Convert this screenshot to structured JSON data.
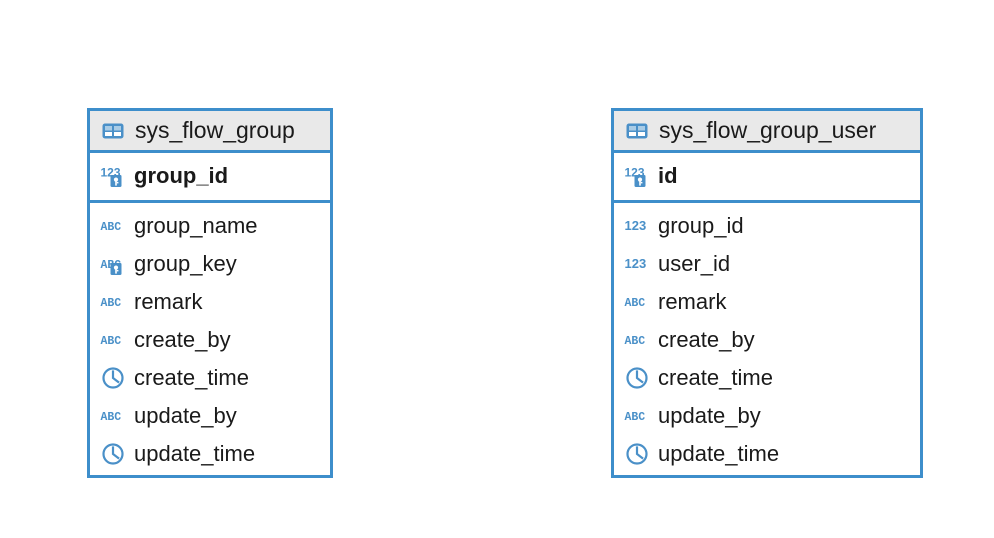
{
  "diagram": {
    "type": "er-diagram",
    "background_color": "#ffffff",
    "accent_color": "#3d8ecb",
    "header_background": "#e9e9e9",
    "text_color": "#1a1a1a",
    "icon_color": "#4a90c8"
  },
  "entities": [
    {
      "name": "sys_flow_group",
      "icon": "table-icon",
      "primary_keys": [
        {
          "name": "group_id",
          "icon": "number-key-icon",
          "datatype_hint": "123",
          "key": true
        }
      ],
      "columns": [
        {
          "name": "group_name",
          "icon": "text-icon",
          "datatype_hint": "ABC",
          "key": false
        },
        {
          "name": "group_key",
          "icon": "text-key-icon",
          "datatype_hint": "ABC",
          "key": true
        },
        {
          "name": "remark",
          "icon": "text-icon",
          "datatype_hint": "ABC",
          "key": false
        },
        {
          "name": "create_by",
          "icon": "text-icon",
          "datatype_hint": "ABC",
          "key": false
        },
        {
          "name": "create_time",
          "icon": "clock-icon",
          "datatype_hint": "time",
          "key": false
        },
        {
          "name": "update_by",
          "icon": "text-icon",
          "datatype_hint": "ABC",
          "key": false
        },
        {
          "name": "update_time",
          "icon": "clock-icon",
          "datatype_hint": "time",
          "key": false
        }
      ]
    },
    {
      "name": "sys_flow_group_user",
      "icon": "table-icon",
      "primary_keys": [
        {
          "name": "id",
          "icon": "number-key-icon",
          "datatype_hint": "123",
          "key": true
        }
      ],
      "columns": [
        {
          "name": "group_id",
          "icon": "number-icon",
          "datatype_hint": "123",
          "key": false
        },
        {
          "name": "user_id",
          "icon": "number-icon",
          "datatype_hint": "123",
          "key": false
        },
        {
          "name": "remark",
          "icon": "text-icon",
          "datatype_hint": "ABC",
          "key": false
        },
        {
          "name": "create_by",
          "icon": "text-icon",
          "datatype_hint": "ABC",
          "key": false
        },
        {
          "name": "create_time",
          "icon": "clock-icon",
          "datatype_hint": "time",
          "key": false
        },
        {
          "name": "update_by",
          "icon": "text-icon",
          "datatype_hint": "ABC",
          "key": false
        },
        {
          "name": "update_time",
          "icon": "clock-icon",
          "datatype_hint": "time",
          "key": false
        }
      ]
    }
  ]
}
